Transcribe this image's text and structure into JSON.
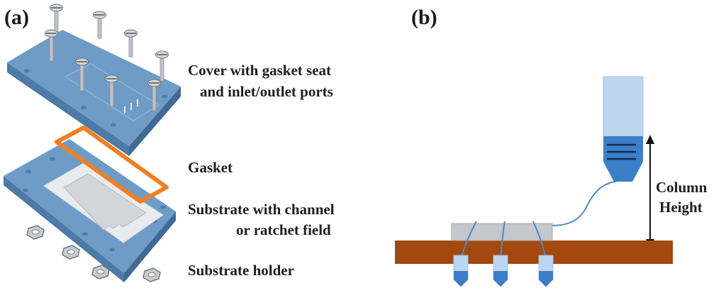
{
  "panels": {
    "a": {
      "letter": "(a)"
    },
    "b": {
      "letter": "(b)"
    }
  },
  "labels": {
    "cover_line1": "Cover with gasket seat",
    "cover_line2": "and inlet/outlet ports",
    "gasket": "Gasket",
    "substrate_line1": "Substrate with channel",
    "substrate_line2": "or ratchet field",
    "holder": "Substrate holder",
    "column_line1": "Column",
    "column_line2": "Height"
  },
  "colors": {
    "plate_top": "#6f9cc6",
    "plate_side": "#4d7aa6",
    "gasket": "#f07f22",
    "substrate": "#e9ecef",
    "base_bar": "#a3480f",
    "chip": "#c4c7cb",
    "liquid": "#3a7fc8",
    "tube_empty": "#bcd6ef",
    "tubing": "#4f88c0"
  }
}
